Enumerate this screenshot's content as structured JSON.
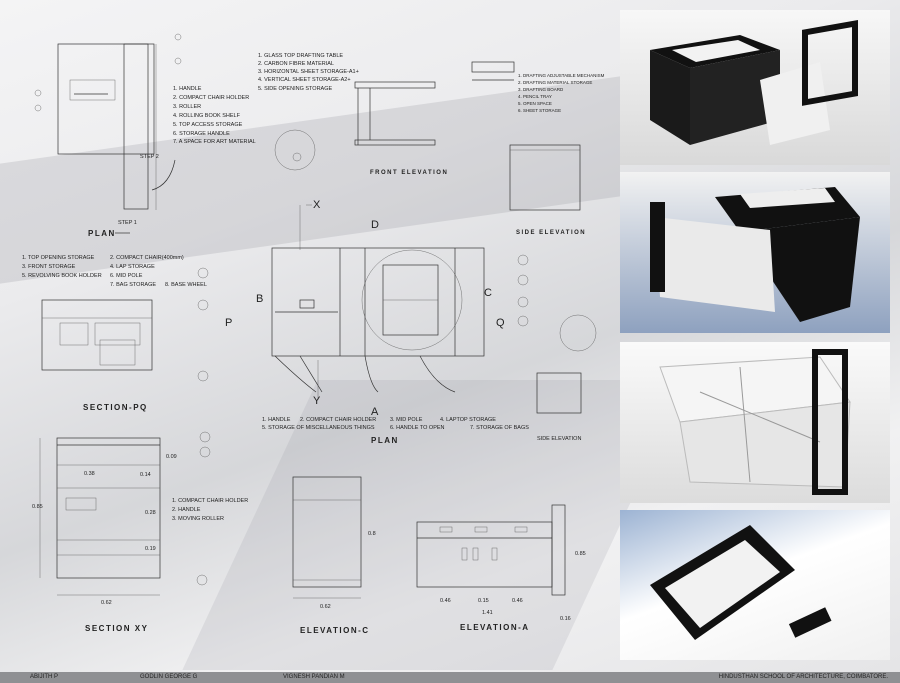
{
  "plan_top": {
    "title": "PLAN",
    "step1": "STEP 1",
    "step2": "STEP 2",
    "notes": [
      "1. HANDLE",
      "2. COMPACT CHAIR HOLDER",
      "3. ROLLER",
      "4. ROLLING BOOK SHELF",
      "5. TOP ACCESS STORAGE",
      "6. STORAGE HANDLE",
      "7. A SPACE FOR ART MATERIAL"
    ]
  },
  "front_elevation": {
    "title": "FRONT ELEVATION",
    "notes": [
      "1. GLASS TOP DRAFTING TABLE",
      "2. CARBON FIBRE MATERIAL",
      "3. HORIZONTAL SHEET STORAGE-A1+",
      "4. VERTICAL SHEET STORAGE-A2+",
      "5. SIDE OPENING STORAGE"
    ]
  },
  "side_elevation_top": {
    "title": "SIDE ELEVATION",
    "notes": [
      "1. DRAFTING ADJUSTABLE MECHANISM",
      "2. DRAFTING MATERIAL STORAGE",
      "3. DRAFTING BOARD",
      "4. PENCIL TRAY",
      "5. OPEN SPACE",
      "6. SHEET STORAGE"
    ]
  },
  "section_pq": {
    "title": "SECTION-PQ",
    "notes": [
      "1. TOP OPENING STORAGE",
      "2. COMPACT CHAIR(400mm)",
      "3. FRONT STORAGE",
      "4. LAP STORAGE",
      "5. REVOLVING BOOK HOLDER",
      "6. MID POLE",
      "7. BAG STORAGE",
      "8. BASE WHEEL"
    ]
  },
  "plan_main": {
    "title": "PLAN",
    "labels": {
      "x": "X",
      "y": "Y",
      "a": "A",
      "b": "B",
      "c": "C",
      "d": "D",
      "p": "P",
      "q": "Q"
    },
    "notes": [
      "1. HANDLE",
      "2. COMPACT CHAIR HOLDER",
      "3. MID POLE",
      "4. LAPTOP STORAGE",
      "5. STORAGE OF MISCELLANEOUS THINGS",
      "6. HANDLE TO OPEN",
      "7. STORAGE OF BAGS"
    ]
  },
  "side_elevation_small": {
    "title": "SIDE ELEVATION"
  },
  "section_xy": {
    "title": "SECTION XY",
    "notes": [
      "1. COMPACT CHAIR HOLDER",
      "2. HANDLE",
      "3. MOVING ROLLER"
    ],
    "dims": [
      "0.38",
      "0.14",
      "0.28",
      "0.19",
      "0.85",
      "0.62",
      "0.09"
    ]
  },
  "elevation_c": {
    "title": "ELEVATION-C",
    "dims": [
      "0.62",
      "0.8"
    ]
  },
  "elevation_a": {
    "title": "ELEVATION-A",
    "dims": [
      "0.46",
      "0.15",
      "0.46",
      "1.41",
      "0.85",
      "0.16"
    ]
  },
  "footer": {
    "names": [
      "ABIJITH P",
      "GODLIN GEORGE G",
      "VIGNESH PANDIAN M"
    ],
    "school": "HINDUSTHAN SCHOOL OF ARCHITECTURE, COIMBATORE."
  }
}
